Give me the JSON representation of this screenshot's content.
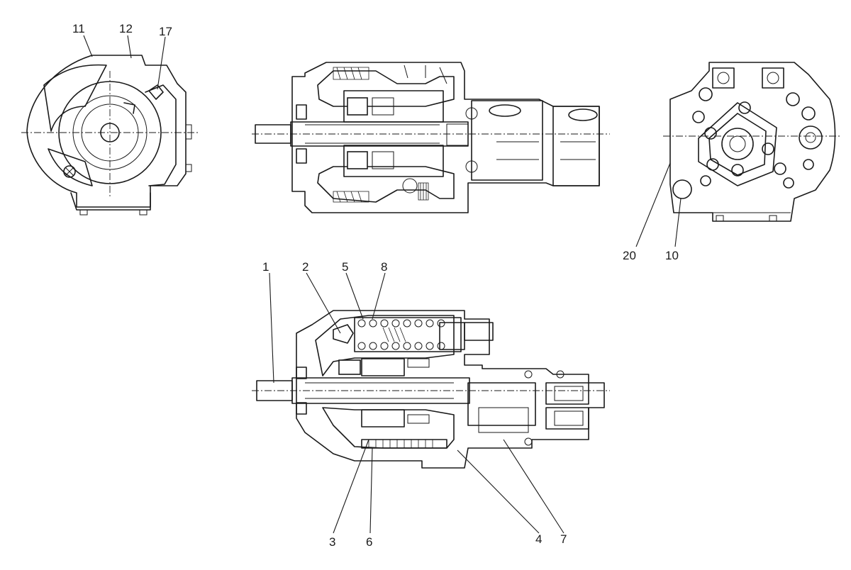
{
  "callouts": {
    "c1": "1",
    "c2": "2",
    "c3": "3",
    "c4": "4",
    "c5": "5",
    "c6": "6",
    "c7": "7",
    "c8": "8",
    "c10": "10",
    "c11": "11",
    "c12": "12",
    "c17": "17",
    "c20": "20"
  },
  "style": {
    "ink_color": "#1a1a1a",
    "paper_color": "#ffffff"
  }
}
